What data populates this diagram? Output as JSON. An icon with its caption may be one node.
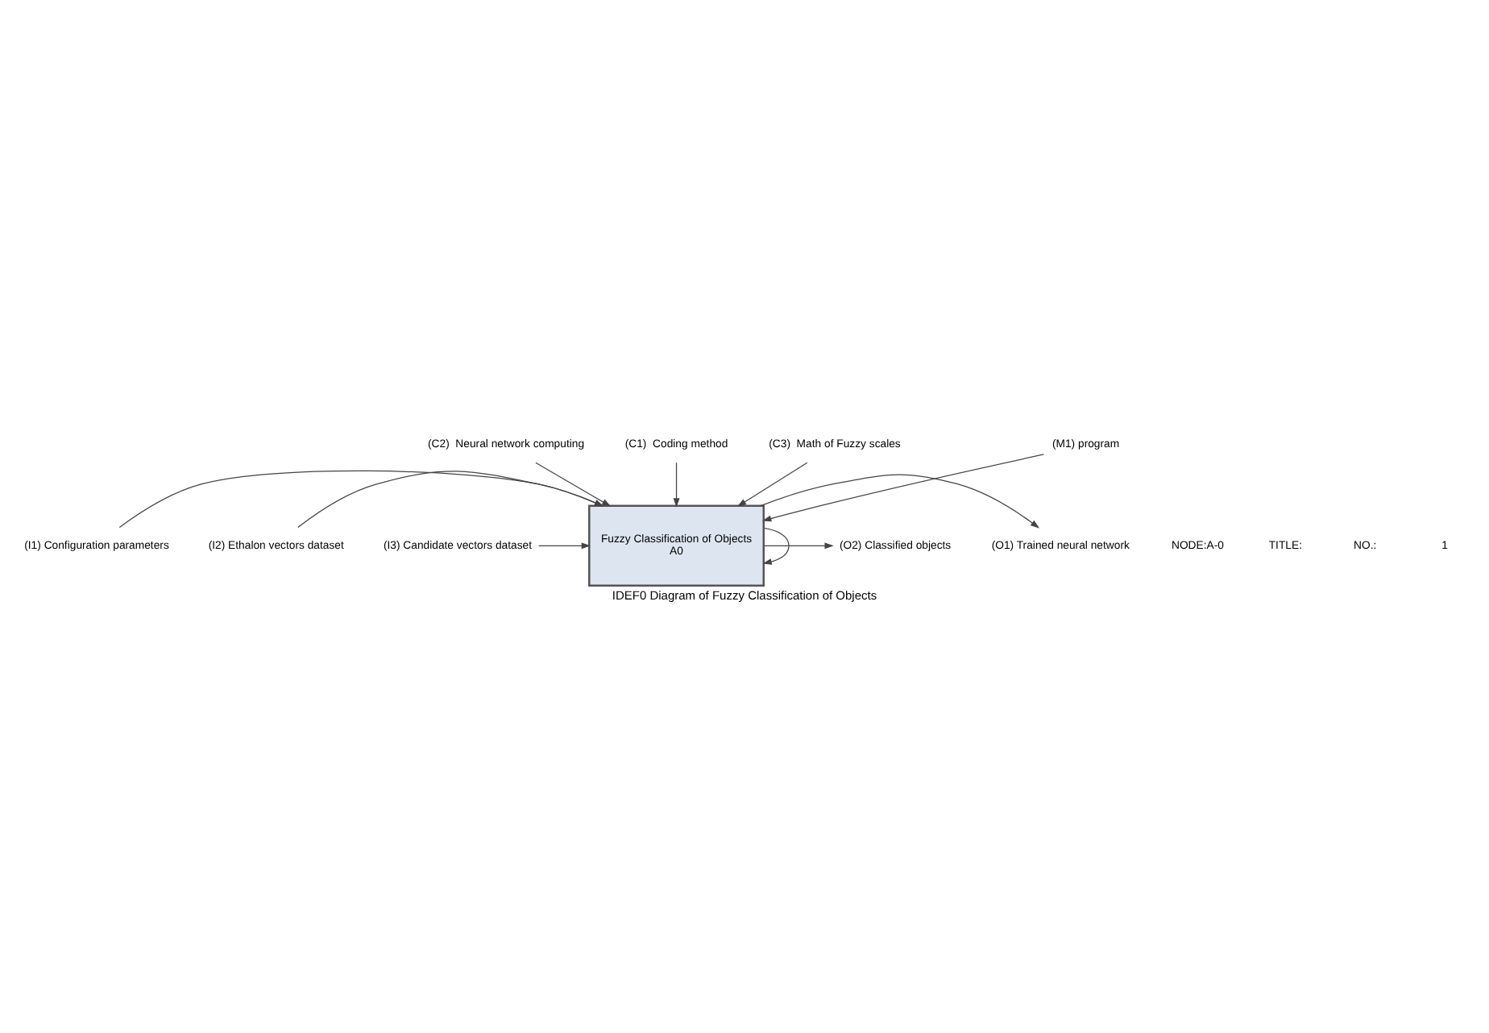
{
  "diagram": {
    "title": "IDEF0 Diagram of Fuzzy Classification of Objects",
    "nodes": [
      {
        "text": [
          "(C2)  Neural network computing"
        ]
      },
      {
        "text": [
          "(C1)  Coding method"
        ]
      },
      {
        "text": [
          "(C3)  Math of Fuzzy scales"
        ]
      },
      {
        "text": [
          "(I1) Configuration parameters"
        ]
      },
      {
        "text": [
          "(I2) Ethalon vectors dataset"
        ]
      },
      {
        "text": [
          "(I3) Candidate vectors dataset"
        ]
      },
      {
        "text": [
          "Fuzzy Classification of Objects",
          "A0"
        ]
      },
      {
        "text": [
          "(O1) Trained neural network"
        ]
      },
      {
        "text": [
          "(O2) Classified objects"
        ]
      },
      {
        "text": [
          "(M1) program"
        ]
      }
    ],
    "edges": [
      {
        "from": 0,
        "to": 6,
        "arrow": "to"
      },
      {
        "from": 1,
        "to": 6,
        "arrow": "to"
      },
      {
        "from": 2,
        "to": 6,
        "arrow": "to"
      },
      {
        "from": 3,
        "to": 6,
        "arrow": "to"
      },
      {
        "from": 4,
        "to": 6,
        "arrow": "to"
      },
      {
        "from": 5,
        "to": 6,
        "arrow": "to"
      },
      {
        "from": 6,
        "to": 7,
        "arrow": "to"
      },
      {
        "from": 6,
        "to": 8,
        "arrow": "to"
      },
      {
        "from": 9,
        "to": 6,
        "arrow": "to"
      },
      {
        "from": 6,
        "to": 6,
        "arrow": "to"
      }
    ],
    "labels": [
      "NODE:A-0",
      "TITLE:",
      "NO.:",
      "1"
    ]
  }
}
